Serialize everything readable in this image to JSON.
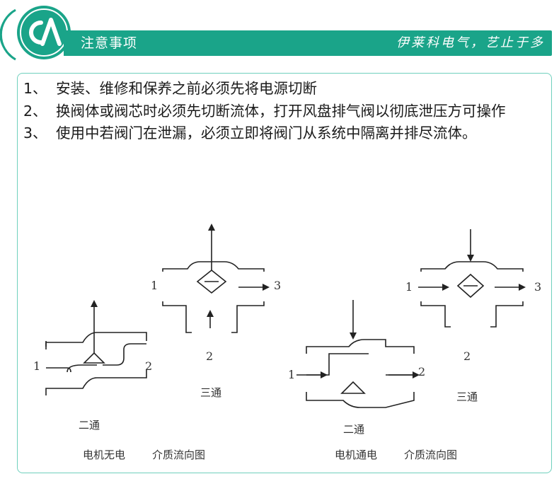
{
  "header": {
    "title": "注意事项",
    "slogan": "伊莱科电气，艺止于多",
    "accent_color": "#1aa489",
    "logo_icon": "ca-logo-icon"
  },
  "notes": [
    {
      "num": "1、",
      "text": "安装、维修和保养之前必须先将电源切断"
    },
    {
      "num": "2、",
      "text": "换阀体或阀芯时必须先切断流体，打开风盘排气阀以彻底泄压方可操作"
    },
    {
      "num": "3、",
      "text": "使用中若阀门在泄漏，必须立即将阀门从系统中隔离并排尽流体。"
    }
  ],
  "figure": {
    "left": {
      "two_way_label": "二通",
      "three_way_label": "三通",
      "caption_state": "电机无电",
      "caption_flow": "介质流向图",
      "ports_two_way": [
        "1",
        "2"
      ],
      "ports_three_way": [
        "1",
        "2",
        "3"
      ]
    },
    "right": {
      "two_way_label": "二通",
      "three_way_label": "三通",
      "caption_state": "电机通电",
      "caption_flow": "介质流向图",
      "ports_two_way": [
        "1",
        "2"
      ],
      "ports_three_way": [
        "1",
        "2",
        "3"
      ]
    }
  }
}
